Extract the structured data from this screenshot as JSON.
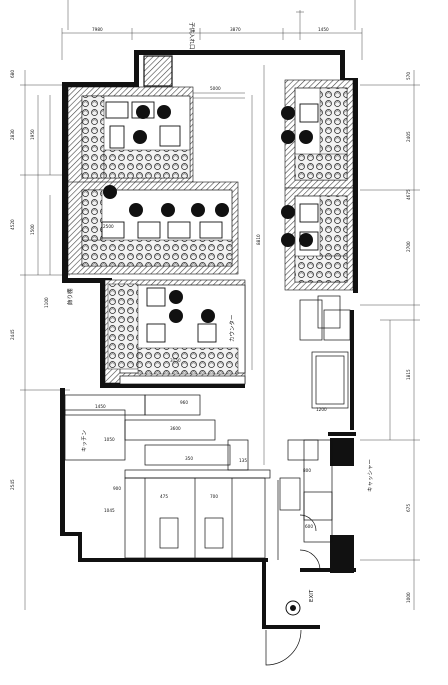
{
  "labels": {
    "kitchen": "キッチン",
    "cashier": "キャッシャー",
    "exit": "EXIT",
    "shelf": "飾り棚",
    "counter": "カウンター",
    "top_label": "子供入れ口"
  },
  "dimensions": {
    "d7980": "7980",
    "d5000": "5000",
    "d2500": "2500",
    "d1500": "1500",
    "d3150": "3150",
    "d1950": "1950",
    "d1050": "1050",
    "d3600": "3600",
    "d1450": "1450",
    "d900": "900",
    "d1045": "1045",
    "d700": "700",
    "d800": "800",
    "d2545": "2545",
    "d2405": "2405",
    "d2830": "2830",
    "d8810": "8810",
    "d1100": "1100",
    "d1200": "1200",
    "d475": "475",
    "d2700": "2700",
    "d3870": "3870",
    "d675": "675",
    "d1815": "1815",
    "d680": "680",
    "d570": "570",
    "d2445": "2445",
    "d1000": "1000",
    "d4520": "4520",
    "d4675": "4675",
    "d960": "960",
    "d600": "600",
    "d350": "350",
    "d135": "135"
  }
}
